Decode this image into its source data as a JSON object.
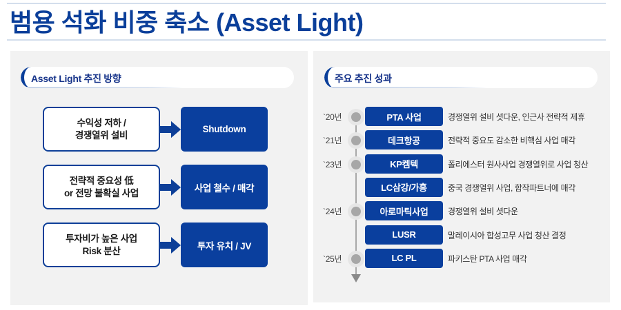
{
  "title": "범용 석화 비중 축소 (Asset Light)",
  "left_panel": {
    "header": "Asset Light 추진 방향",
    "rows": [
      {
        "source_lines": [
          "수익성 저하 /",
          "경쟁열위 설비"
        ],
        "action": "Shutdown"
      },
      {
        "source_lines": [
          "전략적 중요성 低",
          "or 전망 불확실 사업"
        ],
        "action": "사업 철수 / 매각"
      },
      {
        "source_lines": [
          "투자비가 높은 사업",
          "Risk 분산"
        ],
        "action": "투자 유치 / JV"
      }
    ],
    "arrow_icon": "right-arrow-icon"
  },
  "right_panel": {
    "header": "주요 추진 성과",
    "timeline": [
      {
        "year": "`20년",
        "has_dot": true,
        "item": "PTA 사업",
        "description": "경쟁열위 설비 셧다운, 인근사 전략적 제휴"
      },
      {
        "year": "`21년",
        "has_dot": true,
        "item": "데크항공",
        "description": "전략적 중요도 감소한 비핵심 사업 매각"
      },
      {
        "year": "`23년",
        "has_dot": true,
        "item": "KP켐텍",
        "description": "폴리에스터 원사사업 경쟁열위로 사업 청산"
      },
      {
        "year": "",
        "has_dot": false,
        "item": "LC삼강/가흥",
        "description": "중국 경쟁열위 사업, 합작파트너에 매각"
      },
      {
        "year": "`24년",
        "has_dot": true,
        "item": "아로마틱사업",
        "description": "경쟁열위 설비 셧다운"
      },
      {
        "year": "",
        "has_dot": false,
        "item": "LUSR",
        "description": "말레이시아 합성고무 사업 청산 결정"
      },
      {
        "year": "`25년",
        "has_dot": true,
        "item": "LC PL",
        "description": "파키스탄 PTA 사업 매각"
      }
    ]
  },
  "colors": {
    "brand_blue": "#0a3f9e",
    "title_blue": "#0b3f9a",
    "panel_bg": "#f2f2f2",
    "timeline_gray": "#a7a7a7"
  }
}
